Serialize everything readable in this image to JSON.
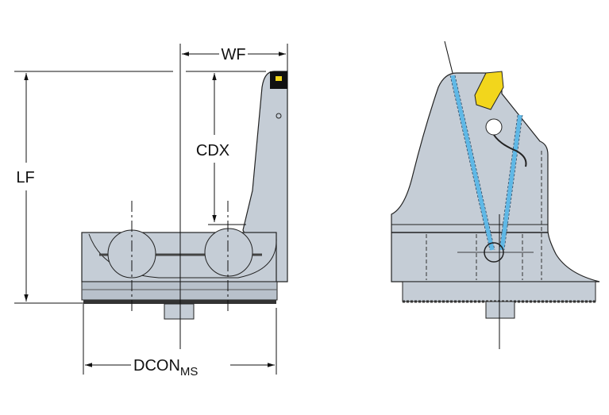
{
  "dimensions": {
    "wf": "WF",
    "lf": "LF",
    "cdx": "CDX",
    "dcon": "DCON",
    "dcon_subscript": "MS"
  },
  "colors": {
    "body": "#c5cdd6",
    "insert": "#f2d61c",
    "coolant": "#5fb8e6",
    "line": "#111111"
  }
}
